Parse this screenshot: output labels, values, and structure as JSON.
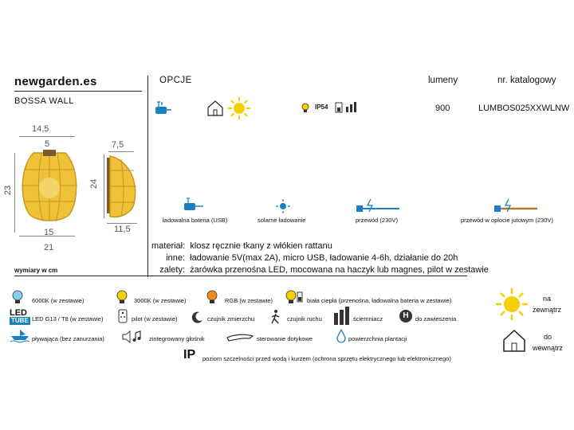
{
  "header": {
    "brand": "newgarden.es",
    "product": "BOSSA WALL",
    "options_title": "OPCJE",
    "col_lumens": "lumeny",
    "col_catalog": "nr. katalogowy",
    "lumens_value": "900",
    "catalog_value": "LUMBOS025XXWLNW",
    "ip_label": "IP54"
  },
  "dimensions": {
    "front_top": "14,5",
    "front_inner": "5",
    "front_height": "23",
    "front_base": "15",
    "front_bottom": "21",
    "side_top": "7,5",
    "side_height": "24",
    "side_bottom": "11,5",
    "note": "wymiary w cm"
  },
  "power_options": [
    "ładowalna bateria (USB)",
    "solarne ładowanie",
    "przewód (230V)",
    "przewód w oplocie jutowym (230V)"
  ],
  "specs": {
    "material_label": "materiał:",
    "material_value": "klosz ręcznie tkany z włókien rattanu",
    "other_label": "inne:",
    "other_value": "ładowanie 5V(max 2A), micro USB,  ładowanie 4-6h, działanie do 20h",
    "pros_label": "zalety:",
    "pros_value": "żarówka przenośna LED, mocowana na haczyk lub magnes, pilot w zestawie"
  },
  "legend": {
    "r1": [
      "6000K (w zestawie)",
      "3000K (w zestawie)",
      "RGB (w zestawie)",
      "biała ciepła (przenośna, ładowalna bateria w zestawie)"
    ],
    "led_top": "LED",
    "led_bottom": "TUBE",
    "r2": [
      "LED G13 / T8 (w zestawie)",
      "pilot (w zestawie)",
      "czujnik zmierzchu",
      "czujnik ruchu",
      "ściemniacz",
      "do zawieszenia"
    ],
    "r3": [
      "pływająca (bez zanurzania)",
      "zintegrowany głośnik",
      "sterowanie dotykowe",
      "powierzchnia plantacji"
    ],
    "ip_big": "IP",
    "ip_text": "poziom szczelności przed wodą i kurzem (ochrona sprzętu elektrycznego lub elektronicznego)",
    "outdoor": "na zewnątrz",
    "indoor": "do wewnątrz",
    "hook_letter": "H"
  },
  "colors": {
    "rattan": "#efc23a",
    "sun": "#f5d000",
    "blue": "#1a7fc0"
  }
}
